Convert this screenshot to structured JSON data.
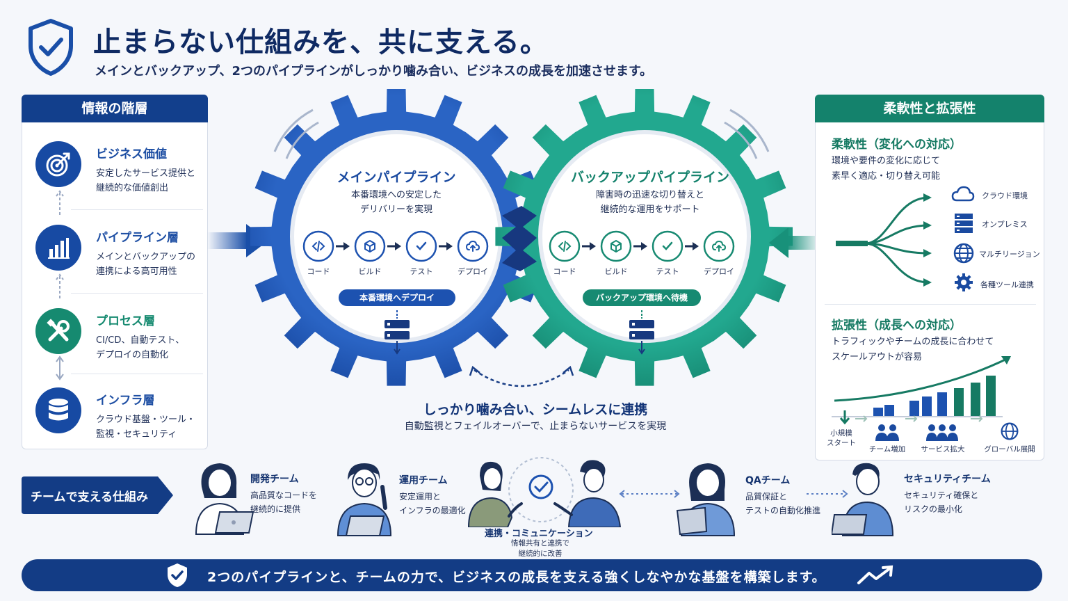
{
  "header": {
    "title": "止まらない仕組みを、共に支える。",
    "subtitle": "メインとバックアップ、2つのパイプラインがしっかり噛み合い、ビジネスの成長を加速させます。"
  },
  "left_panel": {
    "title": "情報の階層",
    "layers": [
      {
        "title": "ビジネス価値",
        "desc": "安定したサービス提供と\n継続的な価値創出",
        "icon": "target-icon"
      },
      {
        "title": "パイプライン層",
        "desc": "メインとバックアップの\n連携による高可用性",
        "icon": "bar-chart-icon"
      },
      {
        "title": "プロセス層",
        "desc": "CI/CD、自動テスト、\nデプロイの自動化",
        "icon": "tools-icon"
      },
      {
        "title": "インフラ層",
        "desc": "クラウド基盤・ツール・\n監視・セキュリティ",
        "icon": "database-icon"
      }
    ]
  },
  "main_pipeline": {
    "title": "メインパイプライン",
    "desc": "本番環境への安定した\nデリバリーを実現",
    "steps": [
      "コード",
      "ビルド",
      "テスト",
      "デプロイ"
    ],
    "badge": "本番環境へデプロイ"
  },
  "backup_pipeline": {
    "title": "バックアップパイプライン",
    "desc": "障害時の迅速な切り替えと\n継続的な運用をサポート",
    "steps": [
      "コード",
      "ビルド",
      "テスト",
      "デプロイ"
    ],
    "badge": "バックアップ環境へ待機"
  },
  "mesh": {
    "title": "しっかり噛み合い、シームレスに連携",
    "subtitle": "自動監視とフェイルオーバーで、止まらないサービスを実現"
  },
  "right_panel": {
    "title": "柔軟性と拡張性",
    "flex_title": "柔軟性（変化への対応）",
    "flex_desc": "環境や要件の変化に応じて\n素早く適応・切り替え可能",
    "options": [
      "クラウド環境",
      "オンプレミス",
      "マルチリージョン",
      "各種ツール連携"
    ],
    "scale_title": "拡張性（成長への対応）",
    "scale_desc": "トラフィックやチームの成長に合わせて\nスケールアウトが容易",
    "stages": [
      "小規模\nスタート",
      "チーム増加",
      "サービス拡大",
      "グローバル展開"
    ]
  },
  "teams": {
    "banner": "チームで支える仕組み",
    "members": [
      {
        "role": "開発チーム",
        "desc": "高品質なコードを\n継続的に提供"
      },
      {
        "role": "運用チーム",
        "desc": "安定運用と\nインフラの最適化"
      },
      {
        "role": "QAチーム",
        "desc": "品質保証と\nテストの自動化推進"
      },
      {
        "role": "セキュリティチーム",
        "desc": "セキュリティ確保と\nリスクの最小化"
      }
    ],
    "collab_title": "連携・コミュニケーション",
    "collab_desc": "情報共有と連携で\n継続的に改善"
  },
  "footer": {
    "text": "2つのパイプラインと、チームの力で、ビジネスの成長を支える強くしなやかな基盤を構築します。"
  },
  "colors": {
    "navy": "#133c85",
    "blue_gear": "#1f57b8",
    "teal_gear": "#1a9a84",
    "teal_text": "#167a63"
  }
}
